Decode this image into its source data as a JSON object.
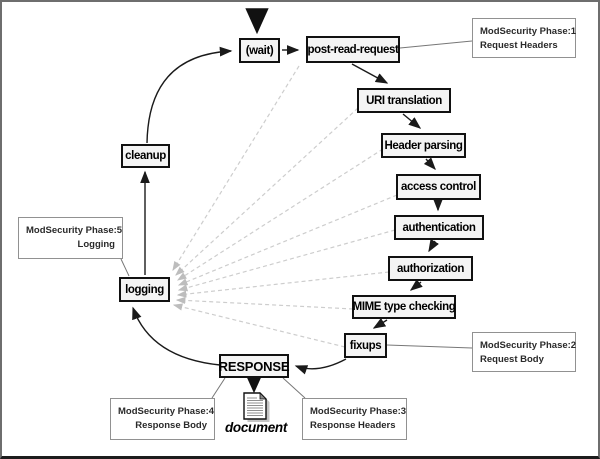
{
  "diagram": {
    "title_hint": "Apache request cycle with ModSecurity phases",
    "nodes": {
      "wait": {
        "label": "(wait)"
      },
      "post_read_request": {
        "label": "post-read-request"
      },
      "uri_translation": {
        "label": "URI translation"
      },
      "header_parsing": {
        "label": "Header parsing"
      },
      "access_control": {
        "label": "access control"
      },
      "authentication": {
        "label": "authentication"
      },
      "authorization": {
        "label": "authorization"
      },
      "mime_type_checking": {
        "label": "MIME type checking"
      },
      "fixups": {
        "label": "fixups"
      },
      "response": {
        "label": "RESPONSE"
      },
      "logging": {
        "label": "logging"
      },
      "cleanup": {
        "label": "cleanup"
      },
      "document": {
        "label": "document",
        "icon": "document-icon"
      }
    },
    "annotations": {
      "phase1": {
        "line1": "ModSecurity Phase:1",
        "line2": "Request Headers"
      },
      "phase2": {
        "line1": "ModSecurity Phase:2",
        "line2": "Request Body"
      },
      "phase3": {
        "line1": "ModSecurity Phase:3",
        "line2": "Response Headers"
      },
      "phase4": {
        "line1": "ModSecurity Phase:4",
        "line2": "Response Body"
      },
      "phase5": {
        "line1": "ModSecurity Phase:5",
        "line2": "Logging"
      }
    },
    "colors": {
      "stage_fill": "#f4f4f4",
      "stage_border": "#111111",
      "phase_border": "#919191",
      "solid_arrow": "#1a1a1a",
      "dashed_arrow": "#cccccc",
      "connector": "#777777",
      "frame_border": "#6e6e6e"
    }
  }
}
